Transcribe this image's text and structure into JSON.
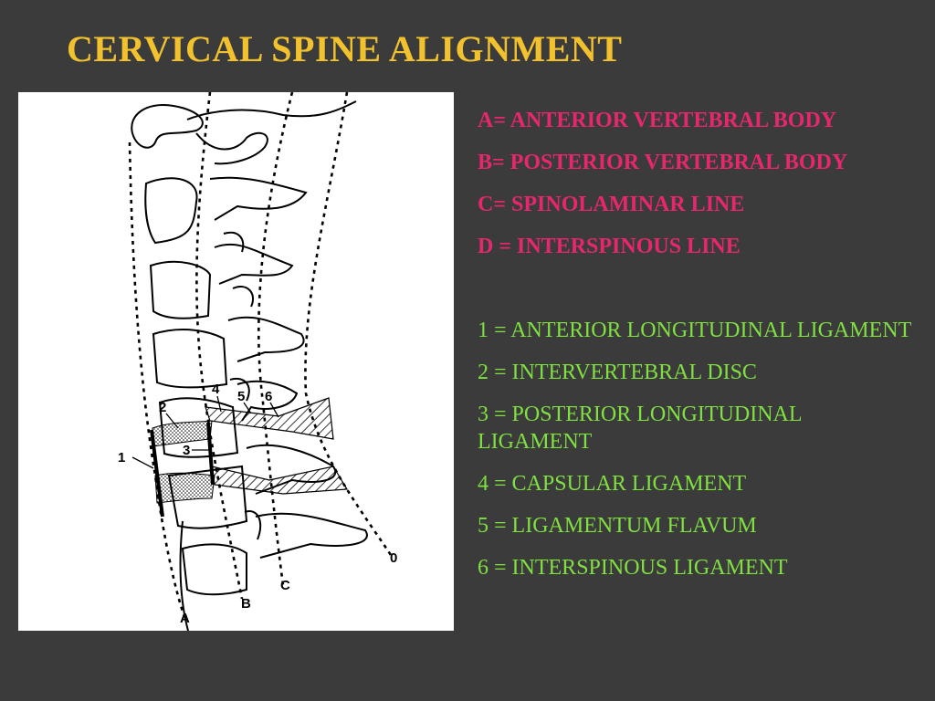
{
  "slide": {
    "title": "CERVICAL SPINE ALIGNMENT",
    "title_color": "#f2c12e",
    "background_color": "#3b3b3b"
  },
  "figure": {
    "line_labels": [
      "A",
      "B",
      "C",
      "0"
    ],
    "structure_labels": [
      "1",
      "2",
      "3",
      "4",
      "5",
      "6"
    ]
  },
  "legend": {
    "lines": [
      "A= ANTERIOR VERTEBRAL BODY",
      "B= POSTERIOR VERTEBRAL BODY",
      "C= SPINOLAMINAR LINE",
      "D = INTERSPINOUS LINE"
    ],
    "lines_color": "#e8266e",
    "structures": [
      "1 = ANTERIOR LONGITUDINAL LIGAMENT",
      "2 = INTERVERTEBRAL DISC",
      "3 = POSTERIOR LONGITUDINAL LIGAMENT",
      "4 = CAPSULAR LIGAMENT",
      "5 = LIGAMENTUM FLAVUM",
      "6 = INTERSPINOUS LIGAMENT"
    ],
    "structures_color": "#7fe040"
  }
}
